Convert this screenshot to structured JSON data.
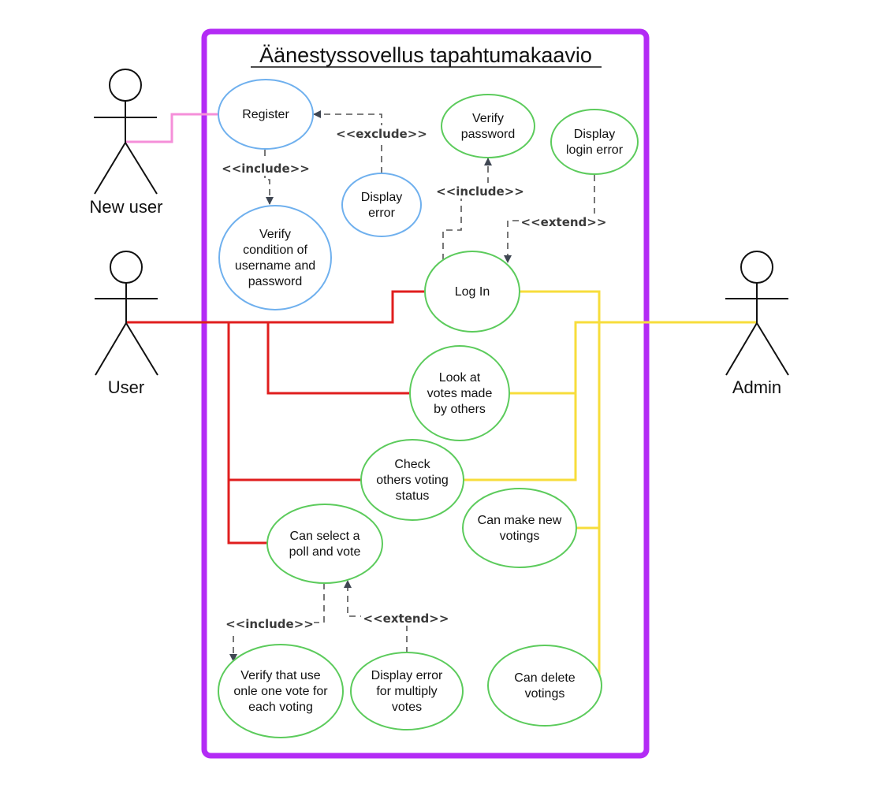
{
  "title": "Äänestyssovellus tapahtumakaavio",
  "colors": {
    "boundary": "#b32bf5",
    "new_user_assoc": "#f58fd9",
    "user_assoc": "#e01e1e",
    "admin_assoc": "#f7dd3b",
    "blue_usecase": "#6fb0ee",
    "green_usecase": "#5ccb5c",
    "dependency": "#555555",
    "arrowhead": "#3f4652"
  },
  "actors": {
    "new_user": {
      "label": "New user"
    },
    "user": {
      "label": "User"
    },
    "admin": {
      "label": "Admin"
    }
  },
  "use_cases": {
    "register": {
      "lines": [
        "Register"
      ]
    },
    "verify_condition": {
      "lines": [
        "Verify",
        "condition of",
        "username and",
        "password"
      ]
    },
    "display_error": {
      "lines": [
        "Display",
        "error"
      ]
    },
    "verify_password": {
      "lines": [
        "Verify",
        "password"
      ]
    },
    "display_login_error": {
      "lines": [
        "Display",
        "login error"
      ]
    },
    "log_in": {
      "lines": [
        "Log In"
      ]
    },
    "look_at_votes": {
      "lines": [
        "Look at",
        "votes made",
        "by others"
      ]
    },
    "check_status": {
      "lines": [
        "Check",
        "others voting",
        "status"
      ]
    },
    "make_votings": {
      "lines": [
        "Can make new",
        "votings"
      ]
    },
    "select_poll": {
      "lines": [
        "Can select a",
        "poll and vote"
      ]
    },
    "verify_one_vote": {
      "lines": [
        "Verify that use",
        "onle one vote for",
        "each voting"
      ]
    },
    "display_error_multiple": {
      "lines": [
        "Display error",
        "for multiply",
        "votes"
      ]
    },
    "delete_votings": {
      "lines": [
        "Can delete",
        "votings"
      ]
    }
  },
  "relations": {
    "exclude_register": "<<exclude>>",
    "include_register": "<<include>>",
    "include_login": "<<include>>",
    "extend_login": "<<extend>>",
    "include_vote": "<<include>>",
    "extend_vote": "<<extend>>"
  }
}
